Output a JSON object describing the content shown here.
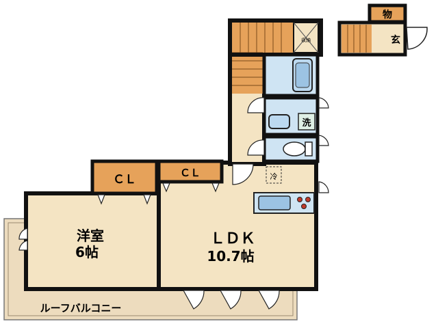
{
  "colors": {
    "wall": "#111111",
    "floor": "#f4e4c3",
    "closet": "#e6a25a",
    "wet": "#cfe4f3",
    "balcony": "#eddcbe",
    "appliance": "#bcd9f0",
    "door_arc": "#ffffff"
  },
  "rooms": {
    "western_room": {
      "name": "洋室",
      "size": "6帖"
    },
    "ldk": {
      "name": "ＬＤＫ",
      "size": "10.7帖"
    },
    "closet_1": "ＣＬ",
    "closet_2": "ＣＬ",
    "balcony": "ルーフバルコニー",
    "storage": "物",
    "entrance": "玄",
    "washer": "洗",
    "fridge": "冷",
    "stair_storage": "収納"
  }
}
